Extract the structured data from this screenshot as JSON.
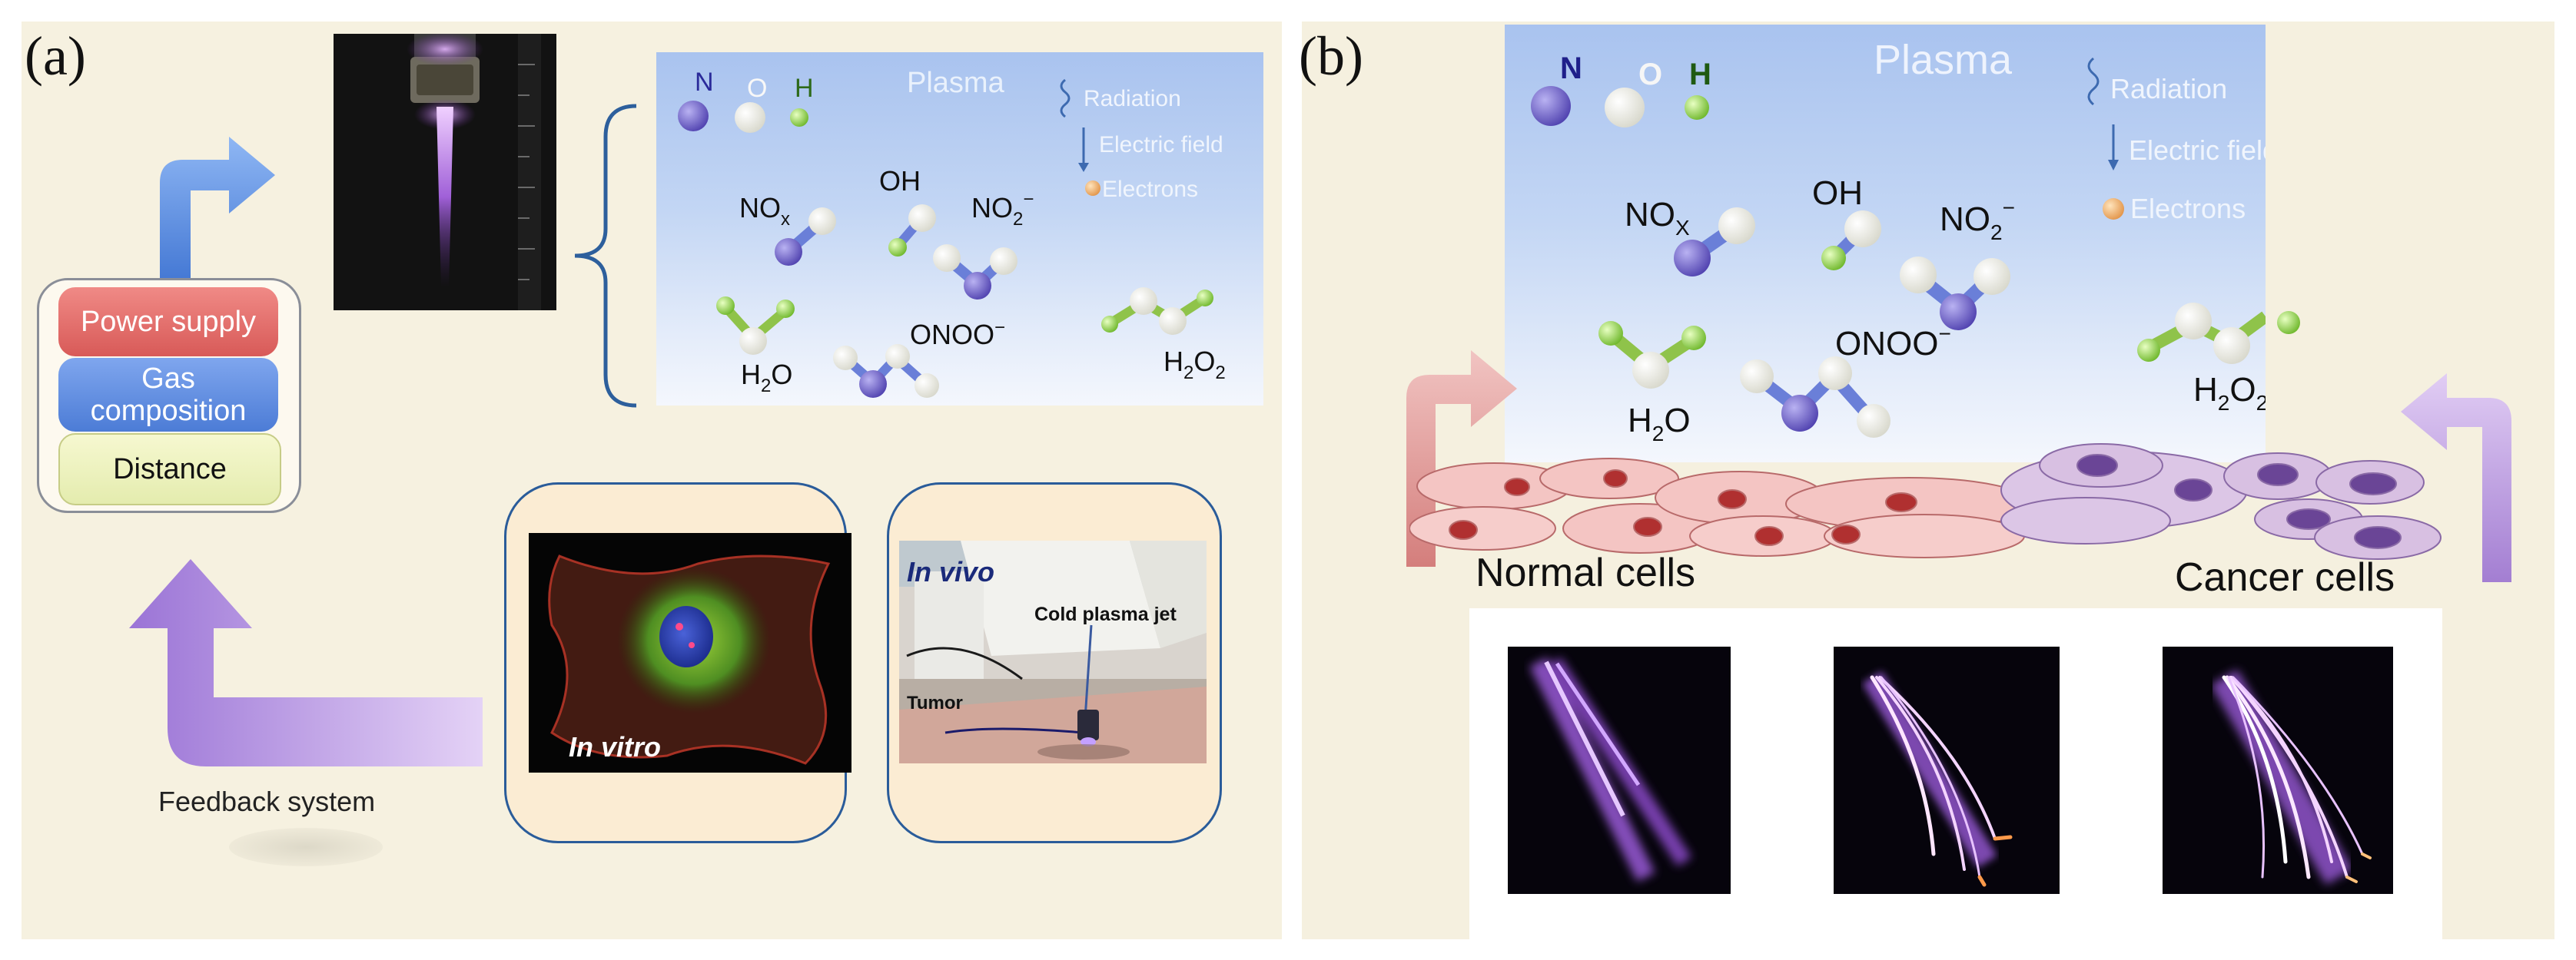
{
  "panel_a": {
    "label": "(a)",
    "stack": {
      "power_supply": "Power supply",
      "gas_line1": "Gas",
      "gas_line2": "composition",
      "distance": "Distance"
    },
    "feedback_label": "Feedback system",
    "plasma_box": {
      "title": "Plasma",
      "atom_n": "N",
      "atom_o": "O",
      "atom_h": "H",
      "legend_radiation": "Radiation",
      "legend_field": "Electric field",
      "legend_electrons": "Electrons",
      "no_x": "NO",
      "no_x_sub": "x",
      "oh": "OH",
      "no2": "NO",
      "no2_sub": "2",
      "no2_sup": "−",
      "onoo": "ONOO",
      "onoo_sup": "−",
      "h2o_h": "H",
      "h2o_sub": "2",
      "h2o_o": "O",
      "h2o2_h": "H",
      "h2o2_sub1": "2",
      "h2o2_o": "O",
      "h2o2_sub2": "2"
    },
    "in_vitro": "In vitro",
    "in_vivo": "In vivo",
    "cold_plasma_jet": "Cold plasma jet",
    "tumor": "Tumor"
  },
  "panel_b": {
    "label": "(b)",
    "plasma_box": {
      "title": "Plasma",
      "atom_n": "N",
      "atom_o": "O",
      "atom_h": "H",
      "legend_radiation": "Radiation",
      "legend_field": "Electric field",
      "legend_electrons": "Electrons",
      "no_x": "NO",
      "no_x_sub": "X",
      "oh": "OH",
      "no2": "NO",
      "no2_sub": "2",
      "no2_sup": "−",
      "onoo": "ONOO",
      "onoo_sup": "−",
      "h2o_h": "H",
      "h2o_sub": "2",
      "h2o_o": "O",
      "h2o2_h": "H",
      "h2o2_sub1": "2",
      "h2o2_o": "O",
      "h2o2_sub2": "2"
    },
    "normal_cells": "Normal cells",
    "cancer_cells": "Cancer cells"
  },
  "colors": {
    "nitrogen": "#6a5bc4",
    "oxygen": "#f4f4ee",
    "hydrogen": "#8fd24a",
    "electron": "#f2b36a",
    "normal_cell": "#f3c2c0",
    "normal_nucleus": "#b53434",
    "cancer_cell": "#d8c2e2",
    "cancer_nucleus": "#6a4596",
    "arrow_blue": "#5b8fe0",
    "arrow_purple": "#b48be0",
    "arrow_pink": "#e29b9b"
  }
}
